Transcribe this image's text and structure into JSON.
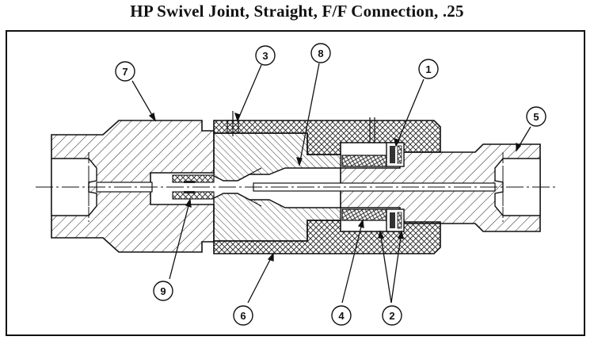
{
  "title": "HP Swivel Joint, Straight, F/F Connection, .25",
  "callouts": {
    "c1": "1",
    "c2": "2",
    "c3": "3",
    "c4": "4",
    "c5": "5",
    "c6": "6",
    "c7": "7",
    "c8": "8",
    "c9": "9"
  }
}
